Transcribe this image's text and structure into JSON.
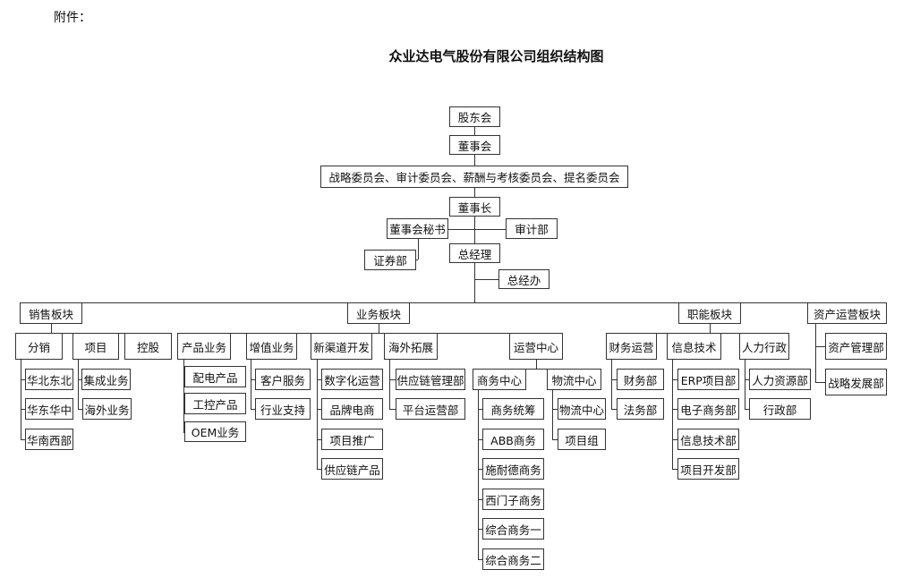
{
  "header": {
    "attachment": "附件：",
    "title": "众业达电气股份有限公司组织结构图"
  },
  "nodes": {
    "shareholders": "股东会",
    "board": "董事会",
    "committees": "战略委员会、审计委员会、薪酬与考核委员会、提名委员会",
    "chairman": "董事长",
    "secretary": "董事会秘书",
    "audit": "审计部",
    "gm": "总经理",
    "securities": "证券部",
    "gm_office": "总经办",
    "sales": "销售板块",
    "business": "业务板块",
    "functional": "职能板块",
    "asset_ops": "资产运营板块",
    "distribution": "分销",
    "project": "项目",
    "holding": "控股",
    "product_biz": "产品业务",
    "value_added": "增值业务",
    "new_channel": "新渠道开发",
    "overseas": "海外拓展",
    "ops_center": "运营中心",
    "finance_ops": "财务运营",
    "it": "信息技术",
    "hr_admin": "人力行政",
    "asset_mgmt": "资产管理部",
    "strategy_dev": "战略发展部",
    "north": "华北东北",
    "east": "华东华中",
    "south": "华南西部",
    "integration": "集成业务",
    "overseas_biz": "海外业务",
    "power": "配电产品",
    "control": "工控产品",
    "oem": "OEM业务",
    "customer_service": "客户服务",
    "industry_support": "行业支持",
    "digital_ops": "数字化运营",
    "brand_ecom": "品牌电商",
    "project_promo": "项目推广",
    "supply_product": "供应链产品",
    "supply_mgmt": "供应链管理部",
    "platform_ops": "平台运营部",
    "commerce_center": "商务中心",
    "logistics_center": "物流中心",
    "commerce_coord": "商务统筹",
    "abb": "ABB商务",
    "schneider": "施耐德商务",
    "siemens": "西门子商务",
    "general_one": "综合商务一",
    "general_two": "综合商务二",
    "logistics_sub": "物流中心",
    "project_group": "项目组",
    "finance_dept": "财务部",
    "legal": "法务部",
    "erp": "ERP项目部",
    "ecommerce": "电子商务部",
    "it_dept": "信息技术部",
    "project_dev": "项目开发部",
    "hr_res": "人力资源部",
    "admin": "行政部"
  }
}
